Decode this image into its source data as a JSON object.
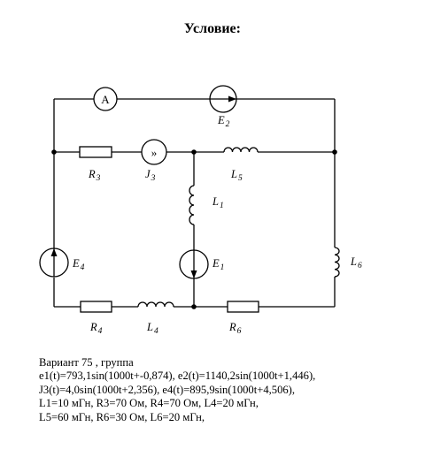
{
  "title": "Условие:",
  "labels": {
    "ammeter": "A",
    "e2": "E",
    "e2_sub": "2",
    "r3": "R",
    "r3_sub": "3",
    "j3": "J",
    "j3_sub": "3",
    "j3_arrow": "»",
    "l5": "L",
    "l5_sub": "5",
    "l1": "L",
    "l1_sub": "1",
    "e4": "E",
    "e4_sub": "4",
    "e1": "E",
    "e1_sub": "1",
    "l6": "L",
    "l6_sub": "6",
    "r4": "R",
    "r4_sub": "4",
    "l4": "L",
    "l4_sub": "4",
    "r6": "R",
    "r6_sub": "6"
  },
  "conditions": {
    "line1": "Вариант 75 , группа",
    "line2": "e1(t)=793,1sin(1000t+-0,874), e2(t)=1140,2sin(1000t+1,446),",
    "line3": "J3(t)=4,0sin(1000t+2,356), e4(t)=895,9sin(1000t+4,506),",
    "line4": " L1=10 мГн,  R3=70 Ом,  R4=70 Ом,  L4=20 мГн,",
    "line5": " L5=60 мГн,  R6=30 Ом,  L6=20 мГн,"
  }
}
